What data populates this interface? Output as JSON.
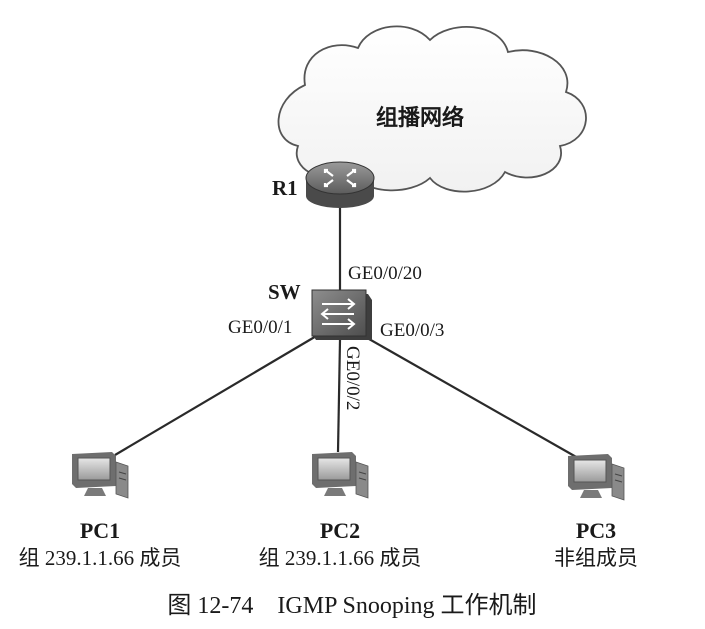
{
  "cloud": {
    "label": "组播网络"
  },
  "router": {
    "label": "R1"
  },
  "switch": {
    "label": "SW"
  },
  "ports": {
    "uplink": "GE0/0/20",
    "pc1": "GE0/0/1",
    "pc2": "GE0/0/2",
    "pc3": "GE0/0/3"
  },
  "hosts": [
    {
      "name": "PC1",
      "desc": "组 239.1.1.66 成员"
    },
    {
      "name": "PC2",
      "desc": "组 239.1.1.66 成员"
    },
    {
      "name": "PC3",
      "desc": "非组成员"
    }
  ],
  "caption": "图 12-74　IGMP Snooping 工作机制",
  "icons": {
    "cloud": "cloud-icon",
    "router": "router-icon",
    "switch": "switch-icon",
    "pc": "pc-icon"
  }
}
